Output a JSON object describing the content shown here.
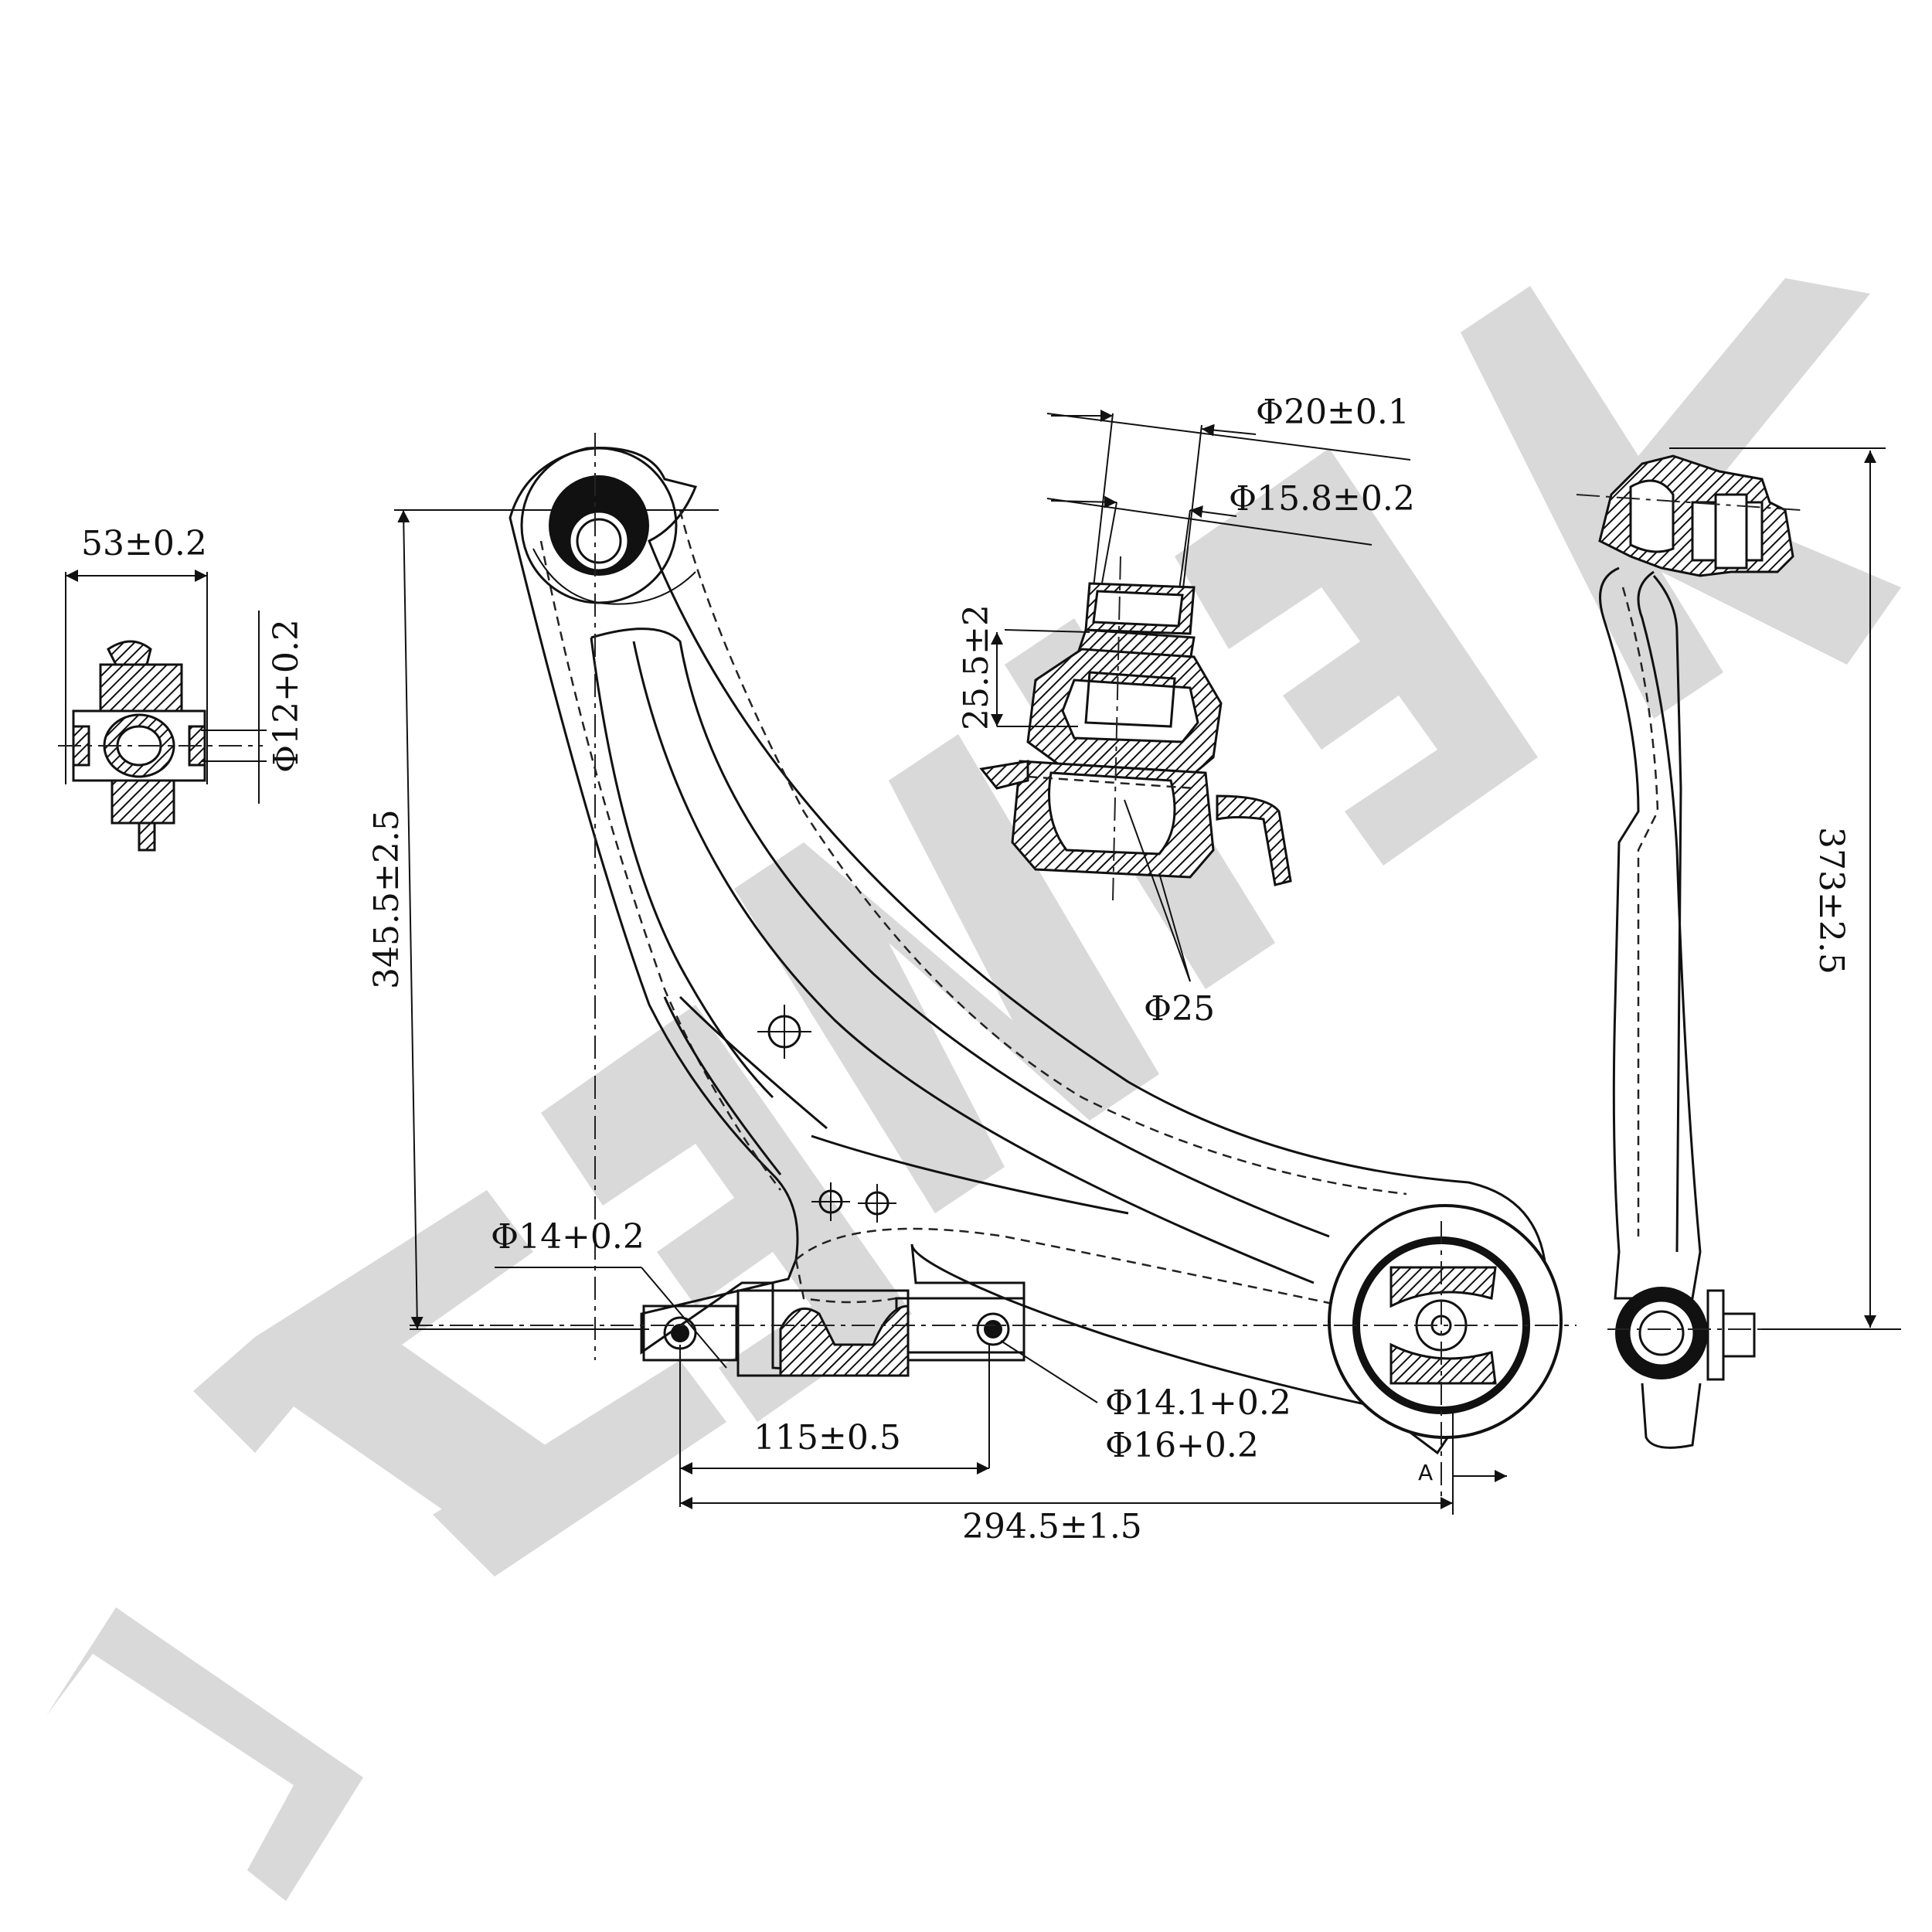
{
  "watermark": {
    "text": "ZENTEK",
    "color": "#d9d9d9"
  },
  "dimensions": {
    "bushing_width": "53±0.2",
    "bushing_bore": "Φ12+0.2",
    "ball_stud_outer": "Φ20±0.1",
    "ball_stud_inner": "Φ15.8±0.2",
    "ball_height": "25.5±2",
    "ball_dia": "Φ25",
    "height_main": "345.5±2.5",
    "height_side": "373±2.5",
    "hole_left": "Φ14+0.2",
    "hole_right_a": "Φ14.1+0.2",
    "hole_right_b": "Φ16+0.2",
    "hole_spacing": "115±0.5",
    "total_length": "294.5±1.5",
    "section_label": "A"
  }
}
